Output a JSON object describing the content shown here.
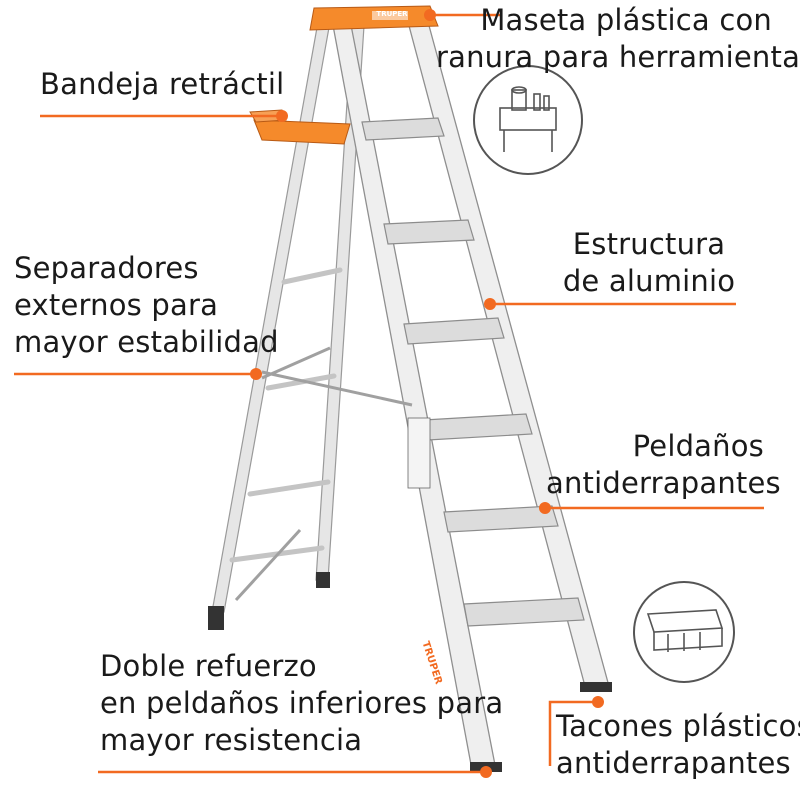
{
  "accent_color": "#f26a21",
  "brand_mark": "TRUPER",
  "callouts": {
    "maseta": {
      "line1": "Maseta plástica con",
      "line2": "ranura para herramientas"
    },
    "bandeja": {
      "line1": "Bandeja retráctil"
    },
    "estructura": {
      "line1": "Estructura",
      "line2": "de aluminio"
    },
    "separadores": {
      "line1": "Separadores",
      "line2": "externos para",
      "line3": "mayor estabilidad"
    },
    "peldanos": {
      "line1": "Peldaños",
      "line2": "antiderrapantes"
    },
    "doble": {
      "line1": "Doble refuerzo",
      "line2": "en peldaños inferiores para",
      "line3": "mayor resistencia"
    },
    "tacones": {
      "line1": "Tacones plásticos",
      "line2": "antiderrapantes"
    }
  }
}
